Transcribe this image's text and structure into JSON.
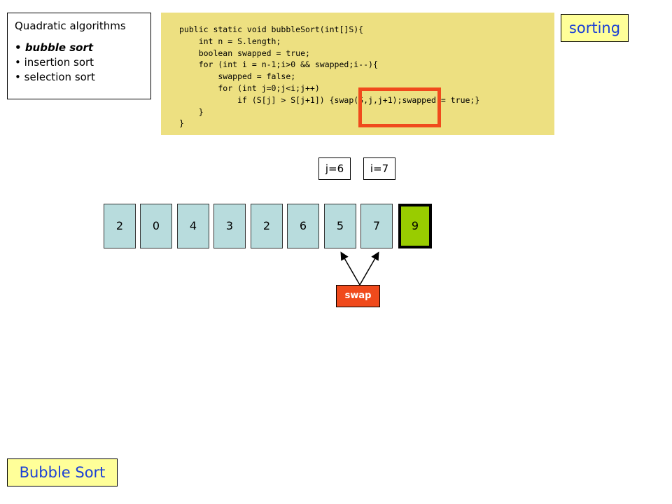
{
  "algorithms": {
    "title": "Quadratic algorithms",
    "items": [
      {
        "label": "bubble sort",
        "active": true
      },
      {
        "label": "insertion sort",
        "active": false
      },
      {
        "label": "selection sort",
        "active": false
      }
    ]
  },
  "code": {
    "lines": [
      "public static void bubbleSort(int[]S){",
      "    int n = S.length;",
      "    boolean swapped = true;",
      "    for (int i = n-1;i>0 && swapped;i--){",
      "        swapped = false;",
      "        for (int j=0;j<i;j++)",
      "            if (S[j] > S[j+1]) {swap(S,j,j+1);swapped = true;}",
      "    }",
      "}"
    ]
  },
  "topic_label": "sorting",
  "indices": {
    "j_label": "j=6",
    "i_label": "i=7"
  },
  "array": {
    "values": [
      "2",
      "0",
      "4",
      "3",
      "2",
      "6",
      "5",
      "7",
      "9"
    ],
    "sorted_from_index": 8
  },
  "swap_label": "swap",
  "slide_title": "Bubble Sort",
  "colors": {
    "cell": "#b8dcdd",
    "sorted_cell": "#99cc00",
    "code_bg": "#ede081",
    "highlight": "#f04a1c",
    "label_bg": "#ffff99",
    "label_text": "#1a3fd6"
  }
}
